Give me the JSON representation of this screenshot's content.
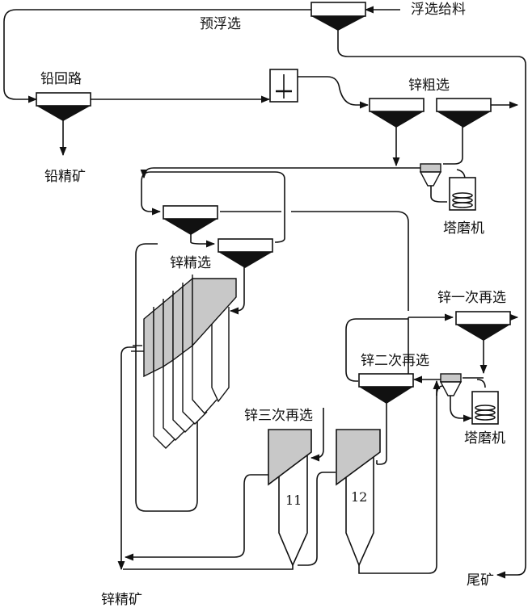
{
  "labels": {
    "feed": "浮选给料",
    "pre_flotation": "预浮选",
    "lead_circuit": "铅回路",
    "lead_concentrate": "铅精矿",
    "zinc_rougher": "锌粗选",
    "tower_mill_1": "塔磨机",
    "zinc_cleaner": "锌精选",
    "zinc_recleaner_1": "锌一次再选",
    "zinc_recleaner_2": "锌二次再选",
    "tower_mill_2": "塔磨机",
    "zinc_recleaner_3": "锌三次再选",
    "column_11": "11",
    "column_12": "12",
    "tailings": "尾矿",
    "zinc_concentrate": "锌精矿"
  },
  "colors": {
    "line": "#111111",
    "column_fill": "#c8c8c8",
    "cell_fill": "#ffffff",
    "hopper_fill": "#111111"
  }
}
